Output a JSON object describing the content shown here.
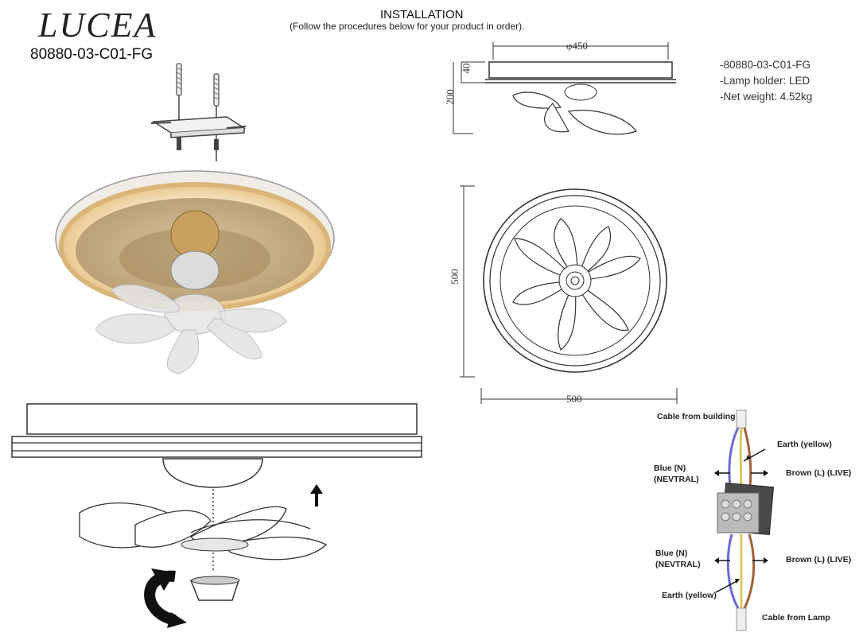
{
  "header": {
    "brand": "LUCEA",
    "model": "80880-03-C01-FG",
    "title": "INSTALLATION",
    "subtitle": "(Follow the procedures below for your product in order)."
  },
  "specs": {
    "model_line": "-80880-03-C01-FG",
    "lamp_holder": "-Lamp holder: LED",
    "net_weight": "-Net weight: 4.52kg"
  },
  "dimensions": {
    "side_diameter": "φ450",
    "side_height_total": "200",
    "side_height_body": "40",
    "top_height": "500",
    "top_width": "500"
  },
  "wiring": {
    "cable_from_building": "Cable from building",
    "earth_top": "Earth (yellow)",
    "blue_top_1": "Blue (N)",
    "blue_top_2": "(NEVTRAL)",
    "brown_top": "Brown (L) (LIVE)",
    "blue_bottom_1": "Blue (N)",
    "blue_bottom_2": "(NEVTRAL)",
    "brown_bottom": "Brown (L) (LIVE)",
    "earth_bottom": "Earth (yellow)",
    "cable_from_lamp": "Cable from Lamp"
  },
  "colors": {
    "blue_wire": "#6a6ad8",
    "brown_wire": "#a0603a",
    "yellow_wire": "#d8c85a",
    "gold": "#c9a86a",
    "led_glow": "#f3d9a8"
  }
}
